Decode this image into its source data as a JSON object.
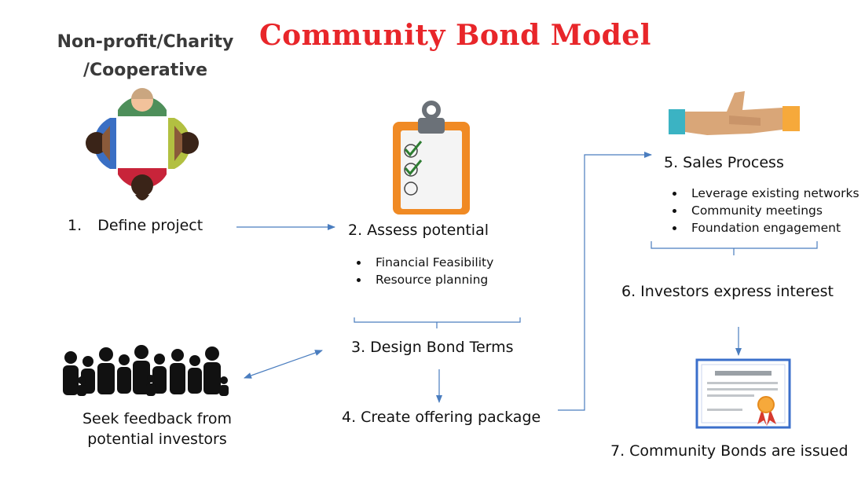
{
  "title": "Community Bond Model",
  "org": {
    "line1": "Non-profit/Charity",
    "line2": "/Cooperative"
  },
  "steps": {
    "s1": {
      "num": "1.",
      "label": "Define project"
    },
    "s2": {
      "label": "2. Assess potential",
      "bullets": [
        "Financial Feasibility",
        "Resource planning"
      ]
    },
    "s3": {
      "label": "3. Design Bond Terms"
    },
    "s4": {
      "label": "4. Create offering package"
    },
    "s5": {
      "label": "5. Sales Process",
      "bullets": [
        "Leverage existing networks",
        "Community meetings",
        "Foundation engagement"
      ]
    },
    "s6": {
      "label": "6. Investors express interest"
    },
    "s7": {
      "label": "7. Community Bonds are issued"
    }
  },
  "feedback": {
    "line1": "Seek feedback from",
    "line2": "potential investors"
  },
  "colors": {
    "title": "#e8262a",
    "arrow": "#4a7dbf",
    "clipboard_frame": "#f08a24",
    "check": "#2e7d32",
    "certificate_border": "#3b6fcb",
    "hand_left_cuff": "#3bb3c3",
    "hand_right_cuff": "#f6a93b"
  },
  "icons": [
    "people-circle-icon",
    "clipboard-checklist-icon",
    "handshake-icon",
    "crowd-icon",
    "certificate-icon"
  ]
}
